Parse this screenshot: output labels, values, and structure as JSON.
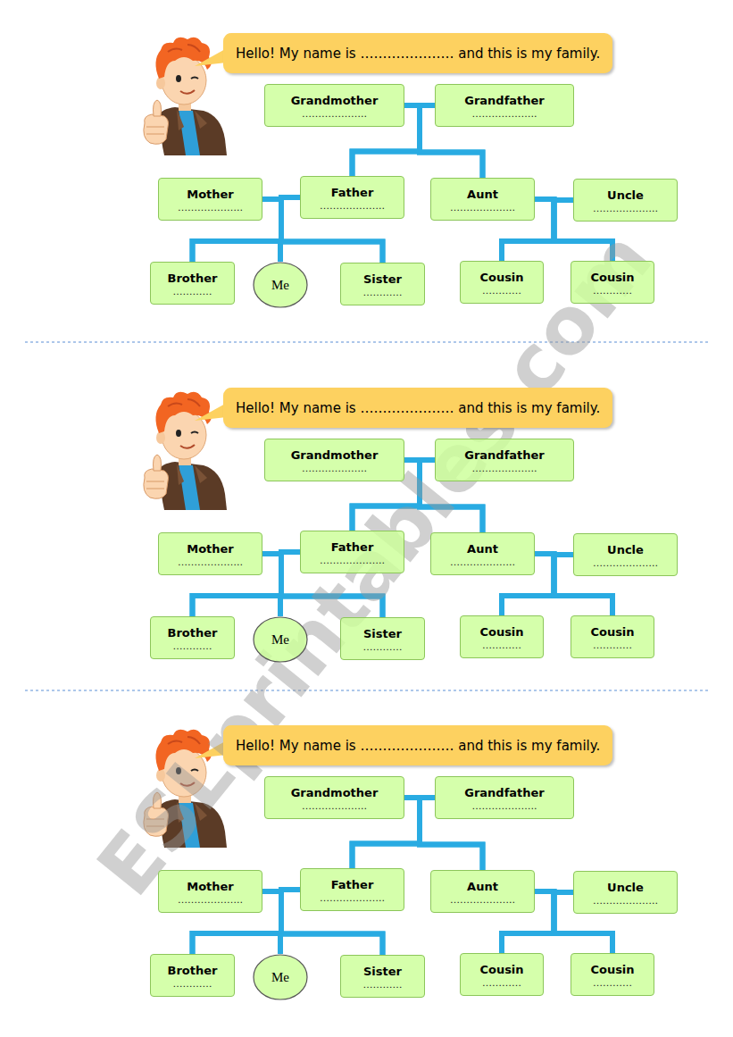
{
  "diagram": {
    "nodes": [
      {
        "text": [
          "Hello! My name is ………………… and this is my family."
        ]
      },
      {
        "text": [
          "Grandmother",
          "……………….."
        ]
      },
      {
        "text": [
          "Grandfather",
          "……………….."
        ]
      },
      {
        "text": [
          "Mother",
          "……………….."
        ]
      },
      {
        "text": [
          "Father",
          "……………….."
        ]
      },
      {
        "text": [
          "Aunt",
          "……………….."
        ]
      },
      {
        "text": [
          "Uncle",
          "……………….."
        ]
      },
      {
        "text": [
          "Brother",
          "…………"
        ]
      },
      {
        "text": [
          "Me"
        ]
      },
      {
        "text": [
          "Sister",
          "…………"
        ]
      },
      {
        "text": [
          "Cousin",
          "…………"
        ]
      },
      {
        "text": [
          "Cousin",
          "…………"
        ]
      },
      {
        "text": [
          "Hello! My name is ………………… and this is my family."
        ]
      },
      {
        "text": [
          "Grandmother",
          "……………….."
        ]
      },
      {
        "text": [
          "Grandfather",
          "……………….."
        ]
      },
      {
        "text": [
          "Mother",
          "……………….."
        ]
      },
      {
        "text": [
          "Father",
          "……………….."
        ]
      },
      {
        "text": [
          "Aunt",
          "……………….."
        ]
      },
      {
        "text": [
          "Uncle",
          "……………….."
        ]
      },
      {
        "text": [
          "Brother",
          "…………"
        ]
      },
      {
        "text": [
          "Me"
        ]
      },
      {
        "text": [
          "Sister",
          "…………"
        ]
      },
      {
        "text": [
          "Cousin",
          "…………"
        ]
      },
      {
        "text": [
          "Cousin",
          "…………"
        ]
      },
      {
        "text": [
          "Hello! My name is ………………… and this is my family."
        ]
      },
      {
        "text": [
          "Grandmother",
          "……………….."
        ]
      },
      {
        "text": [
          "Grandfather",
          "……………….."
        ]
      },
      {
        "text": [
          "Mother",
          "……………….."
        ]
      },
      {
        "text": [
          "Father",
          "……………….."
        ]
      },
      {
        "text": [
          "Aunt",
          "……………….."
        ]
      },
      {
        "text": [
          "Uncle",
          "……………….."
        ]
      },
      {
        "text": [
          "Brother",
          "…………"
        ]
      },
      {
        "text": [
          "Me"
        ]
      },
      {
        "text": [
          "Sister",
          "…………"
        ]
      },
      {
        "text": [
          "Cousin",
          "…………"
        ]
      },
      {
        "text": [
          "Cousin",
          "…………"
        ]
      }
    ],
    "edges": [
      {
        "from": 1,
        "to": 4,
        "arrow": "none"
      },
      {
        "from": 1,
        "to": 5,
        "arrow": "none"
      },
      {
        "from": 2,
        "to": 4,
        "arrow": "none"
      },
      {
        "from": 2,
        "to": 5,
        "arrow": "none"
      },
      {
        "from": 3,
        "to": 7,
        "arrow": "none"
      },
      {
        "from": 3,
        "to": 8,
        "arrow": "none"
      },
      {
        "from": 3,
        "to": 9,
        "arrow": "none"
      },
      {
        "from": 4,
        "to": 7,
        "arrow": "none"
      },
      {
        "from": 4,
        "to": 8,
        "arrow": "none"
      },
      {
        "from": 4,
        "to": 9,
        "arrow": "none"
      },
      {
        "from": 5,
        "to": 10,
        "arrow": "none"
      },
      {
        "from": 5,
        "to": 11,
        "arrow": "none"
      },
      {
        "from": 6,
        "to": 10,
        "arrow": "none"
      },
      {
        "from": 6,
        "to": 11,
        "arrow": "none"
      },
      {
        "from": 13,
        "to": 16,
        "arrow": "none"
      },
      {
        "from": 13,
        "to": 17,
        "arrow": "none"
      },
      {
        "from": 14,
        "to": 16,
        "arrow": "none"
      },
      {
        "from": 14,
        "to": 17,
        "arrow": "none"
      },
      {
        "from": 15,
        "to": 19,
        "arrow": "none"
      },
      {
        "from": 15,
        "to": 20,
        "arrow": "none"
      },
      {
        "from": 15,
        "to": 21,
        "arrow": "none"
      },
      {
        "from": 16,
        "to": 19,
        "arrow": "none"
      },
      {
        "from": 16,
        "to": 20,
        "arrow": "none"
      },
      {
        "from": 16,
        "to": 21,
        "arrow": "none"
      },
      {
        "from": 17,
        "to": 22,
        "arrow": "none"
      },
      {
        "from": 17,
        "to": 23,
        "arrow": "none"
      },
      {
        "from": 18,
        "to": 22,
        "arrow": "none"
      },
      {
        "from": 18,
        "to": 23,
        "arrow": "none"
      },
      {
        "from": 25,
        "to": 28,
        "arrow": "none"
      },
      {
        "from": 25,
        "to": 29,
        "arrow": "none"
      },
      {
        "from": 26,
        "to": 28,
        "arrow": "none"
      },
      {
        "from": 26,
        "to": 29,
        "arrow": "none"
      },
      {
        "from": 27,
        "to": 31,
        "arrow": "none"
      },
      {
        "from": 27,
        "to": 32,
        "arrow": "none"
      },
      {
        "from": 27,
        "to": 33,
        "arrow": "none"
      },
      {
        "from": 28,
        "to": 31,
        "arrow": "none"
      },
      {
        "from": 28,
        "to": 32,
        "arrow": "none"
      },
      {
        "from": 28,
        "to": 33,
        "arrow": "none"
      },
      {
        "from": 29,
        "to": 34,
        "arrow": "none"
      },
      {
        "from": 29,
        "to": 35,
        "arrow": "none"
      },
      {
        "from": 30,
        "to": 34,
        "arrow": "none"
      },
      {
        "from": 30,
        "to": 35,
        "arrow": "none"
      }
    ],
    "labels": [
      "ESLprintables.com"
    ]
  }
}
